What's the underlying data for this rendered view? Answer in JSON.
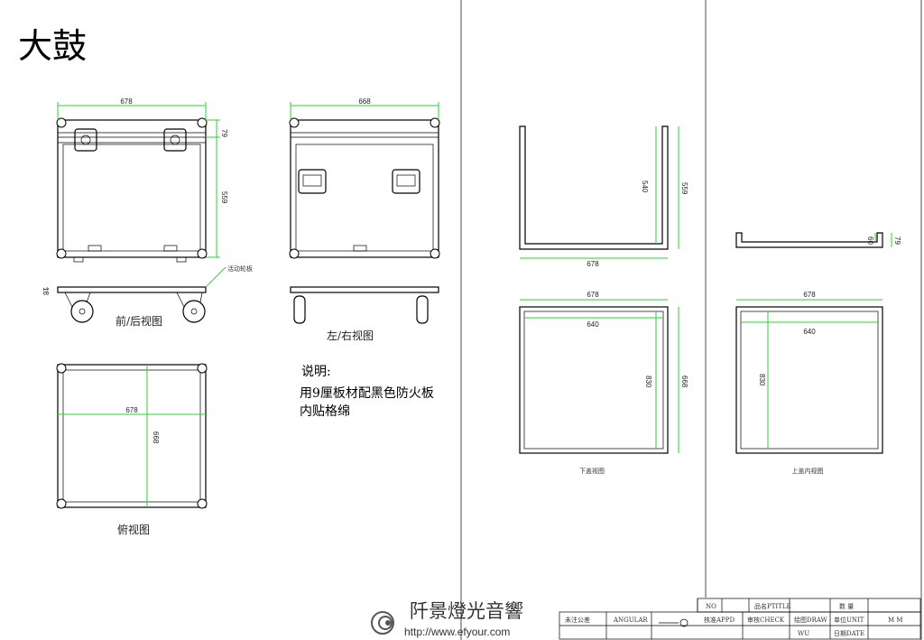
{
  "title": "大鼓",
  "views": {
    "front": {
      "label": "前/后视图",
      "width": "678",
      "lid_height": "79",
      "body_height": "559",
      "board_thickness": "18",
      "callout": "活动轮板"
    },
    "side": {
      "label": "左/右视图",
      "width": "668"
    },
    "top": {
      "label": "俯视图",
      "width": "678",
      "depth": "668"
    },
    "bottom_section": {
      "inner_height": "540",
      "outer_height": "559",
      "width": "678"
    },
    "lid_section": {
      "inner_height": "60",
      "outer_height": "79"
    },
    "bottom_plan": {
      "label": "下盖视图",
      "outer_width": "678",
      "inner_width": "640",
      "inner_depth": "830",
      "outer_depth": "668"
    },
    "lid_plan": {
      "label": "上盖内视图",
      "outer_width": "678",
      "inner_width": "640",
      "inner_depth": "830"
    }
  },
  "notes": {
    "heading": "说明:",
    "line1": "用9厘板材配黑色防火板",
    "line2": "内贴格绵"
  },
  "logo": {
    "name": "阡景燈光音響",
    "url": "http://www.efyour.com"
  },
  "title_block": {
    "no": "NO",
    "ptitle": "品名PTITLE",
    "qty": "数 量",
    "tolerance": "未注公差",
    "angular": "ANGULAR",
    "appd": "核准APPD",
    "check": "审核CHECK",
    "draw": "绘图DRAW",
    "unit": "单位UNIT",
    "unit_value": "M M",
    "drawer": "WU",
    "date": "日期DATE"
  }
}
